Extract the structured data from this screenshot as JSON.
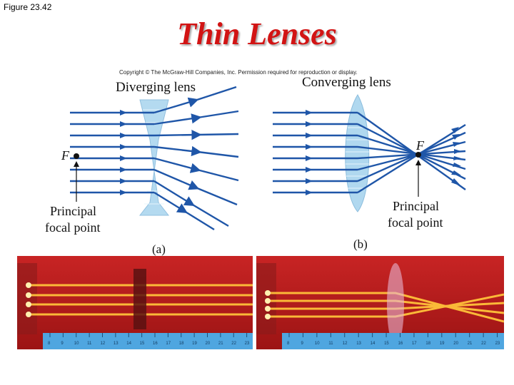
{
  "figure_label": "Figure 23.42",
  "title": "Thin Lenses",
  "copyright": "Copyright © The McGraw-Hill Companies, Inc. Permission required for reproduction or display.",
  "diverging": {
    "title": "Diverging lens",
    "focal_symbol": "F",
    "focal_label_line1": "Principal",
    "focal_label_line2": "focal point",
    "panel_label": "(a)"
  },
  "converging": {
    "title": "Converging lens",
    "focal_symbol": "F",
    "focal_label_line1": "Principal",
    "focal_label_line2": "focal point",
    "panel_label": "(b)"
  },
  "colors": {
    "title": "#d21414",
    "ray": "#1f56a8",
    "lens": "#a8d4ee",
    "photo_background": "#b81c1c",
    "laser": "#ffc23a",
    "ruler": "#4fa6e0"
  },
  "ruler_numbers": [
    "8",
    "9",
    "10",
    "11",
    "12",
    "13",
    "14",
    "15",
    "16",
    "17",
    "18",
    "19",
    "20",
    "21",
    "22",
    "23"
  ]
}
